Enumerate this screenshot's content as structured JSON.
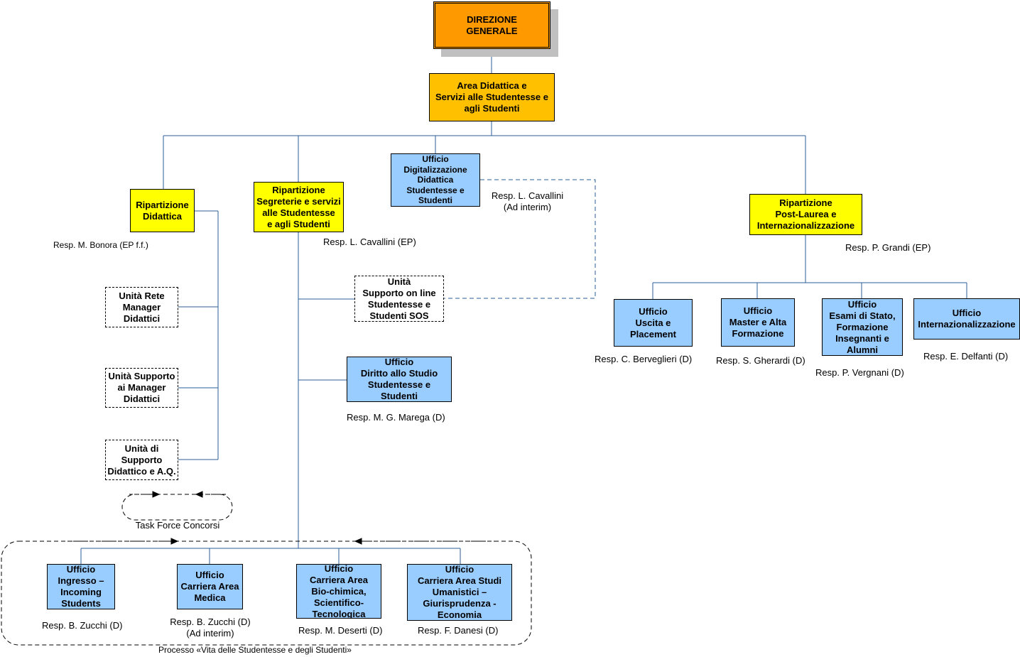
{
  "direzione": "DIREZIONE\nGENERALE",
  "area": "Area Didattica e\nServizi alle Studentesse e\nagli Studenti",
  "ripartizioni": {
    "didattica": {
      "title": "Ripartizione\nDidattica",
      "resp": "Resp. M. Bonora (EP f.f.)"
    },
    "segreterie": {
      "title": "Ripartizione\nSegreterie e servizi\nalle Studentesse\ne agli Studenti",
      "resp": "Resp. L. Cavallini (EP)"
    },
    "postlaurea": {
      "title": "Ripartizione\nPost-Laurea e\nInternazionalizzazione",
      "resp": "Resp. P. Grandi (EP)"
    }
  },
  "uffici": {
    "digitalizzazione": {
      "title": "Ufficio\nDigitalizzazione\nDidattica\nStudentesse e\nStudenti",
      "resp": "Resp. L. Cavallini\n(Ad interim)"
    },
    "diritto_studio": {
      "title": "Ufficio\nDiritto allo Studio\nStudentesse e\nStudenti",
      "resp": "Resp. M. G. Marega (D)"
    },
    "uscita": {
      "title": "Ufficio\nUscita e\nPlacement",
      "resp": "Resp. C. Berveglieri (D)"
    },
    "master": {
      "title": "Ufficio\nMaster e Alta\nFormazione",
      "resp": "Resp. S. Gherardi (D)"
    },
    "esami_stato": {
      "title": "Ufficio\nEsami di Stato,\nFormazione\nInsegnanti e\nAlumni",
      "resp": "Resp. P. Vergnani (D)"
    },
    "internazionalizzazione": {
      "title": "Ufficio\nInternazionalizzazione",
      "resp": "Resp. E. Delfanti (D)"
    },
    "ingresso": {
      "title": "Ufficio\nIngresso –\nIncoming\nStudents",
      "resp": "Resp. B. Zucchi (D)"
    },
    "medica": {
      "title": "Ufficio\nCarriera Area\nMedica",
      "resp": "Resp. B. Zucchi (D)\n(Ad interim)"
    },
    "biochimica": {
      "title": "Ufficio\nCarriera Area\nBio-chimica,\nScientifico-\nTecnologica",
      "resp": "Resp. M. Deserti (D)"
    },
    "umanistici": {
      "title": "Ufficio\nCarriera Area Studi\nUmanistici –\nGiurisprudenza -\nEconomia",
      "resp": "Resp. F. Danesi (D)"
    }
  },
  "unita": {
    "sos": "Unità\nSupporto on line\nStudentesse e\nStudenti SOS",
    "rete_manager": "Unità Rete\nManager\nDidattici",
    "supporto_manager": "Unità Supporto\nai Manager\nDidattici",
    "supporto_aq": "Unità di\nSupporto\nDidattico e A.Q."
  },
  "task_force": "Task Force Concorsi",
  "processo": "Processo «Vita delle Studentesse e degli Studenti»"
}
